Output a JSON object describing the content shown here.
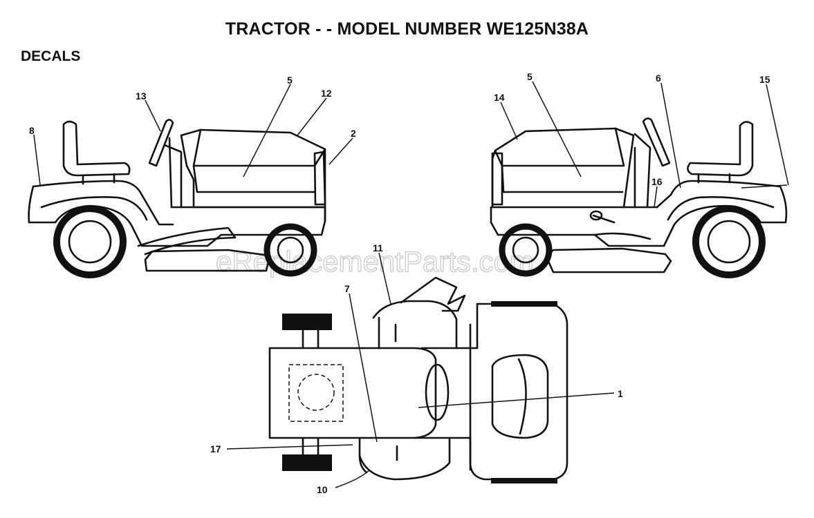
{
  "header": {
    "title": "TRACTOR - - MODEL NUMBER WE125N38A",
    "section": "DECALS"
  },
  "watermark": "eReplacementParts.com",
  "callouts": {
    "c1": "1",
    "c2": "2",
    "c5a": "5",
    "c5b": "5",
    "c6": "6",
    "c7": "7",
    "c8": "8",
    "c10": "10",
    "c11": "11",
    "c12": "12",
    "c13": "13",
    "c14": "14",
    "c15": "15",
    "c16": "16",
    "c17": "17"
  }
}
